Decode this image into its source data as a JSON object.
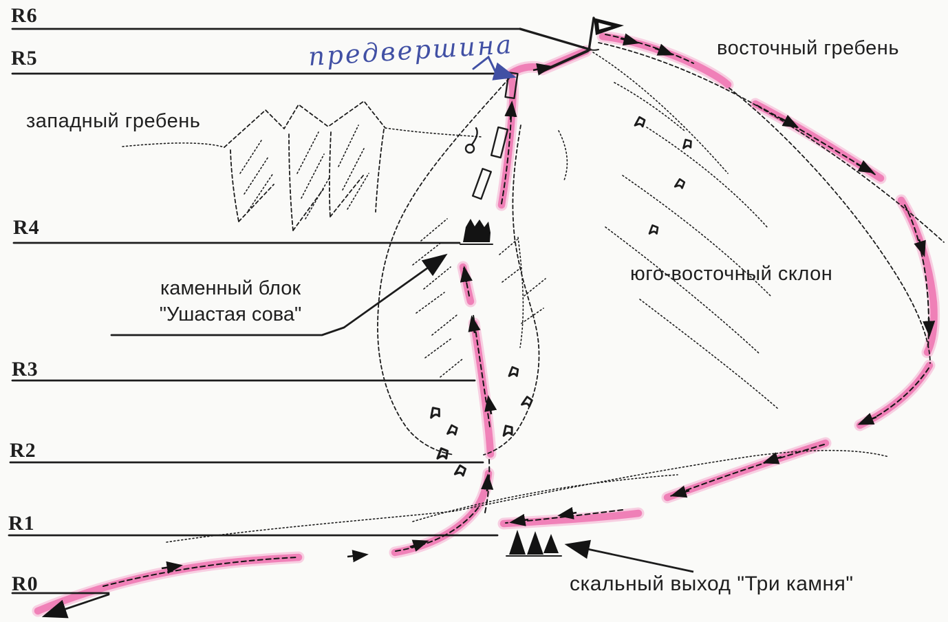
{
  "diagram": {
    "type": "hand-drawn mountaineering route topo",
    "belay_labels": [
      "R6",
      "R5",
      "R4",
      "R3",
      "R2",
      "R1",
      "R0"
    ],
    "labels": {
      "west_ridge": "западный гребень",
      "east_ridge": "восточный гребень",
      "se_slope": "юго-восточный склон",
      "presummit_handwritten": "предвершина",
      "stone_block_line1": "каменный блок",
      "stone_block_line2": "\"Ушастая сова\"",
      "three_stones": "скальный выход \"Три камня\""
    },
    "icons": [
      "summit-flag-icon",
      "three-stones-icon",
      "owl-block-icon",
      "scree-icon"
    ],
    "colors": {
      "route_highlight": "#ee6fae",
      "ink": "#1c1c1c",
      "handwriting_blue": "#4150a4",
      "paper": "#fafaf8"
    }
  }
}
